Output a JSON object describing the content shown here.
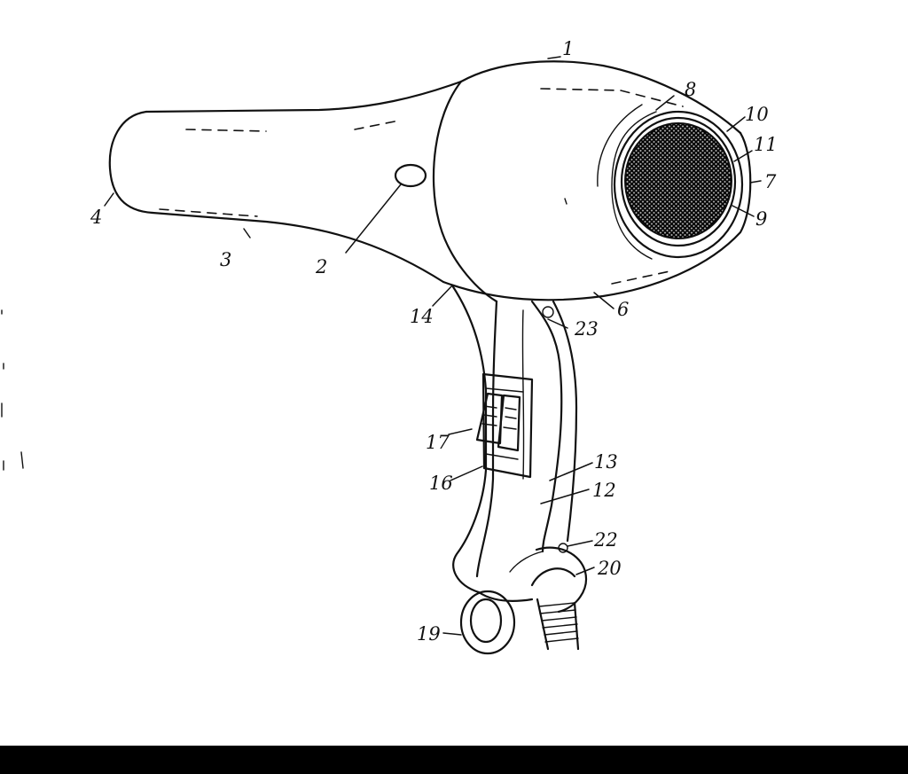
{
  "figure": {
    "reference_numerals": {
      "n1": "1",
      "n2": "2",
      "n3": "3",
      "n4": "4",
      "n6": "6",
      "n7": "7",
      "n8": "8",
      "n9": "9",
      "n10": "10",
      "n11": "11",
      "n12": "12",
      "n13": "13",
      "n14": "14",
      "n16": "16",
      "n17": "17",
      "n19": "19",
      "n20": "20",
      "n22": "22",
      "n23": "23"
    }
  },
  "colors": {
    "ink": "#111111",
    "paper": "#ffffff",
    "bottom_bar": "#000000"
  }
}
